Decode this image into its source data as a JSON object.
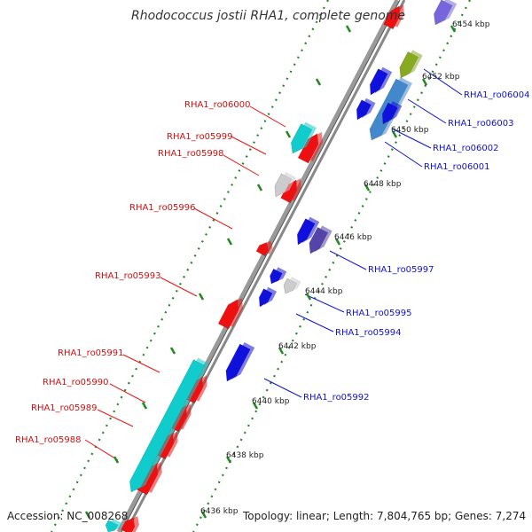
{
  "title": "Rhodococcus jostii RHA1, complete genome",
  "footer": {
    "accession": "Accession: NC_008268",
    "summary": "Topology: linear; Length: 7,804,765 bp; Genes: 7,274"
  },
  "scale": {
    "ticks": [
      "6436 kbp",
      "6438 kbp",
      "6440 kbp",
      "6442 kbp",
      "6444 kbp",
      "6446 kbp",
      "6448 kbp",
      "6450 kbp",
      "6452 kbp",
      "6454 kbp"
    ]
  },
  "genes_reverse": [
    {
      "id": "RHA1_ro06000",
      "color": "#ee1111"
    },
    {
      "id": "RHA1_ro05999",
      "color": "#ee1111"
    },
    {
      "id": "RHA1_ro05998",
      "color": "#ee1111"
    },
    {
      "id": "RHA1_ro05996",
      "color": "#ee1111"
    },
    {
      "id": "RHA1_ro05993",
      "color": "#ee1111"
    },
    {
      "id": "RHA1_ro05991",
      "color": "#ee1111"
    },
    {
      "id": "RHA1_ro05990",
      "color": "#ee1111"
    },
    {
      "id": "RHA1_ro05989",
      "color": "#ee1111"
    },
    {
      "id": "RHA1_ro05988",
      "color": "#ee1111"
    }
  ],
  "genes_forward": [
    {
      "id": "RHA1_ro06004",
      "color": "#1111dd"
    },
    {
      "id": "RHA1_ro06003",
      "color": "#1111dd"
    },
    {
      "id": "RHA1_ro06002",
      "color": "#1111dd"
    },
    {
      "id": "RHA1_ro06001",
      "color": "#1111dd"
    },
    {
      "id": "RHA1_ro05997",
      "color": "#1111dd"
    },
    {
      "id": "RHA1_ro05995",
      "color": "#1111dd"
    },
    {
      "id": "RHA1_ro05994",
      "color": "#1111dd"
    },
    {
      "id": "RHA1_ro05992",
      "color": "#1111dd"
    }
  ],
  "colors": {
    "reverse_strand": "#ee1111",
    "forward_strand": "#1111dd",
    "cyan_feature": "#11cccc",
    "gray_feature": "#cccccc",
    "olive_feature": "#88aa22",
    "steelblue_feature": "#4488cc",
    "purple_feature": "#5544aa",
    "backbone": "#888888",
    "tick_marks": "#228822"
  }
}
